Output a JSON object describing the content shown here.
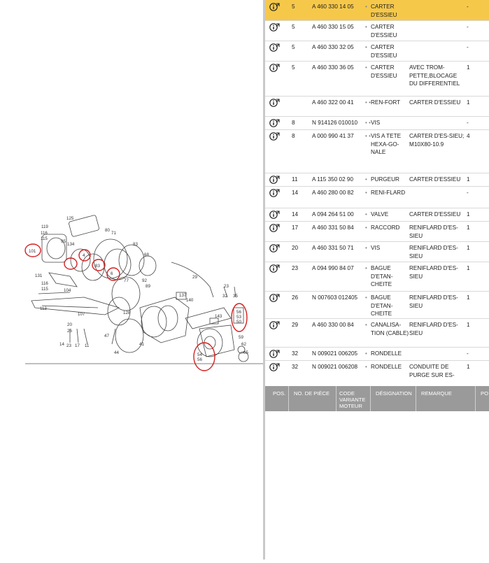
{
  "diagram": {
    "labels": [
      {
        "t": "125"
      },
      {
        "t": "119"
      },
      {
        "t": "80"
      },
      {
        "t": "71"
      },
      {
        "t": "116"
      },
      {
        "t": "115"
      },
      {
        "t": "95"
      },
      {
        "t": "83"
      },
      {
        "t": "68"
      },
      {
        "t": "101"
      },
      {
        "t": "134"
      },
      {
        "t": "4"
      },
      {
        "t": "83"
      },
      {
        "t": "6"
      },
      {
        "t": "131"
      },
      {
        "t": "116"
      },
      {
        "t": "115"
      },
      {
        "t": "104"
      },
      {
        "t": "77"
      },
      {
        "t": "92"
      },
      {
        "t": "89"
      },
      {
        "t": "29"
      },
      {
        "t": "113"
      },
      {
        "t": "107"
      },
      {
        "t": "128"
      },
      {
        "t": "137"
      },
      {
        "t": "140"
      },
      {
        "t": "23"
      },
      {
        "t": "32"
      },
      {
        "t": "35"
      },
      {
        "t": "143"
      },
      {
        "t": "56"
      },
      {
        "t": "53"
      },
      {
        "t": "50"
      },
      {
        "t": "20"
      },
      {
        "t": "26"
      },
      {
        "t": "47"
      },
      {
        "t": "14"
      },
      {
        "t": "23"
      },
      {
        "t": "17"
      },
      {
        "t": "11"
      },
      {
        "t": "41"
      },
      {
        "t": "44"
      },
      {
        "t": "59"
      },
      {
        "t": "62"
      },
      {
        "t": "65"
      },
      {
        "t": "54"
      },
      {
        "t": "56"
      }
    ]
  },
  "parts_table": {
    "rows": [
      {
        "pos": "5",
        "part": "A 460 330 14 05",
        "bullet": "•",
        "desc": "CARTER D'ESSIEU",
        "remark": "",
        "qty": "-",
        "highlight": true
      },
      {
        "pos": "5",
        "part": "A 460 330 15 05",
        "bullet": "•",
        "desc": "CARTER D'ESSIEU",
        "remark": "",
        "qty": "-"
      },
      {
        "pos": "5",
        "part": "A 460 330 32 05",
        "bullet": "•",
        "desc": "CARTER D'ESSIEU",
        "remark": "",
        "qty": "-"
      },
      {
        "pos": "5",
        "part": "A 460 330 36 05",
        "bullet": "•",
        "desc": "CARTER D'ESSIEU",
        "remark": "AVEC TROM-PETTE,BLOCAGE DU DIFFERENTIEL",
        "qty": "1"
      },
      {
        "pos": "",
        "part": "A 460 322 00 41",
        "bullet": "• •",
        "desc": "REN-FORT",
        "remark": "CARTER D'ESSIEU",
        "qty": "1"
      },
      {
        "pos": "8",
        "part": "N 914126 010010",
        "bullet": "• •",
        "desc": "VIS",
        "remark": "",
        "qty": "-"
      },
      {
        "pos": "8",
        "part": "A 000 990 41 37",
        "bullet": "• •",
        "desc": "VIS A TETE HEXA-GO-NALE",
        "remark": "CARTER D'ES-SIEU; M10X80-10.9",
        "qty": "4"
      },
      {
        "pos": "11",
        "part": "A 115 350 02 90",
        "bullet": "•",
        "desc": "PURGEUR",
        "remark": "CARTER D'ESSIEU",
        "qty": "1"
      },
      {
        "pos": "14",
        "part": "A 460 280 00 82",
        "bullet": "•",
        "desc": "RENI-FLARD",
        "remark": "",
        "qty": "-"
      },
      {
        "pos": "14",
        "part": "A 094 264 51 00",
        "bullet": "•",
        "desc": "VALVE",
        "remark": "CARTER D'ESSIEU",
        "qty": "1"
      },
      {
        "pos": "17",
        "part": "A 460 331 50 84",
        "bullet": "•",
        "desc": "RACCORD",
        "remark": "RENIFLARD D'ES-SIEU",
        "qty": "1"
      },
      {
        "pos": "20",
        "part": "A 460 331 50 71",
        "bullet": "•",
        "desc": "VIS",
        "remark": "RENIFLARD D'ES-SIEU",
        "qty": "1"
      },
      {
        "pos": "23",
        "part": "A 094 990 84 07",
        "bullet": "•",
        "desc": "BAGUE D'ETAN-CHEITE",
        "remark": "RENIFLARD D'ES-SIEU",
        "qty": "1"
      },
      {
        "pos": "26",
        "part": "N 007603 012405",
        "bullet": "•",
        "desc": "BAGUE D'ETAN-CHEITE",
        "remark": "RENIFLARD D'ES-SIEU",
        "qty": "1"
      },
      {
        "pos": "29",
        "part": "A 460 330 00 84",
        "bullet": "•",
        "desc": "CANALISA-TION (CABLE)",
        "remark": "RENIFLARD D'ES-SIEU",
        "qty": "1"
      },
      {
        "pos": "32",
        "part": "N 009021 006205",
        "bullet": "•",
        "desc": "RONDELLE",
        "remark": "",
        "qty": "-"
      },
      {
        "pos": "32",
        "part": "N 009021 006208",
        "bullet": "•",
        "desc": "RONDELLE",
        "remark": "CONDUITE DE PURGE SUR ES-",
        "qty": "1"
      }
    ],
    "footer": {
      "col_pos": "POS.",
      "col_part": "NO. DE PIÈCE",
      "col_code": "CODE VARIANTE MOTEUR",
      "col_desc": "DÉSIGNATION",
      "col_remark": "REMARQUE",
      "col_next": "PO"
    },
    "info_icon": "info-link-icon",
    "highlight_color": "#f6c84a"
  }
}
